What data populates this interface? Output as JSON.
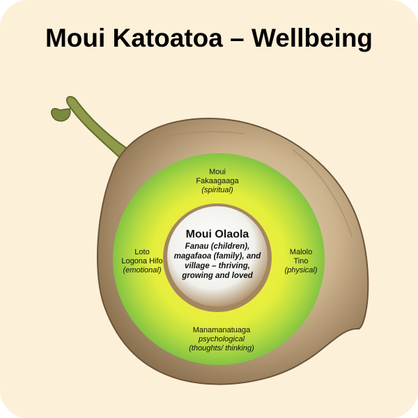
{
  "title": "Moui Katoatoa – Wellbeing",
  "colors": {
    "background": "#fdf0d8",
    "ring_outer": "#8bc34a",
    "ring_inner": "#f2ef4a",
    "husk": "#c9b08a",
    "flesh": "#f7f7f2"
  },
  "center": {
    "title": "Moui Olaola",
    "description": "Fanau (children), magafaoa (family), and village – thriving, growing and loved"
  },
  "segments": {
    "top": {
      "lines": [
        "Moui",
        "Fakaagaaga"
      ],
      "english": "(spiritual)"
    },
    "left": {
      "lines": [
        "Loto",
        "Logona Hifo"
      ],
      "english": "(emotional)"
    },
    "right": {
      "lines": [
        "Malolo",
        "Tino"
      ],
      "english": "(physical)"
    },
    "bottom": {
      "lines": [
        "Manamanatuaga"
      ],
      "english": "psychological (thoughts/ thinking)"
    }
  }
}
